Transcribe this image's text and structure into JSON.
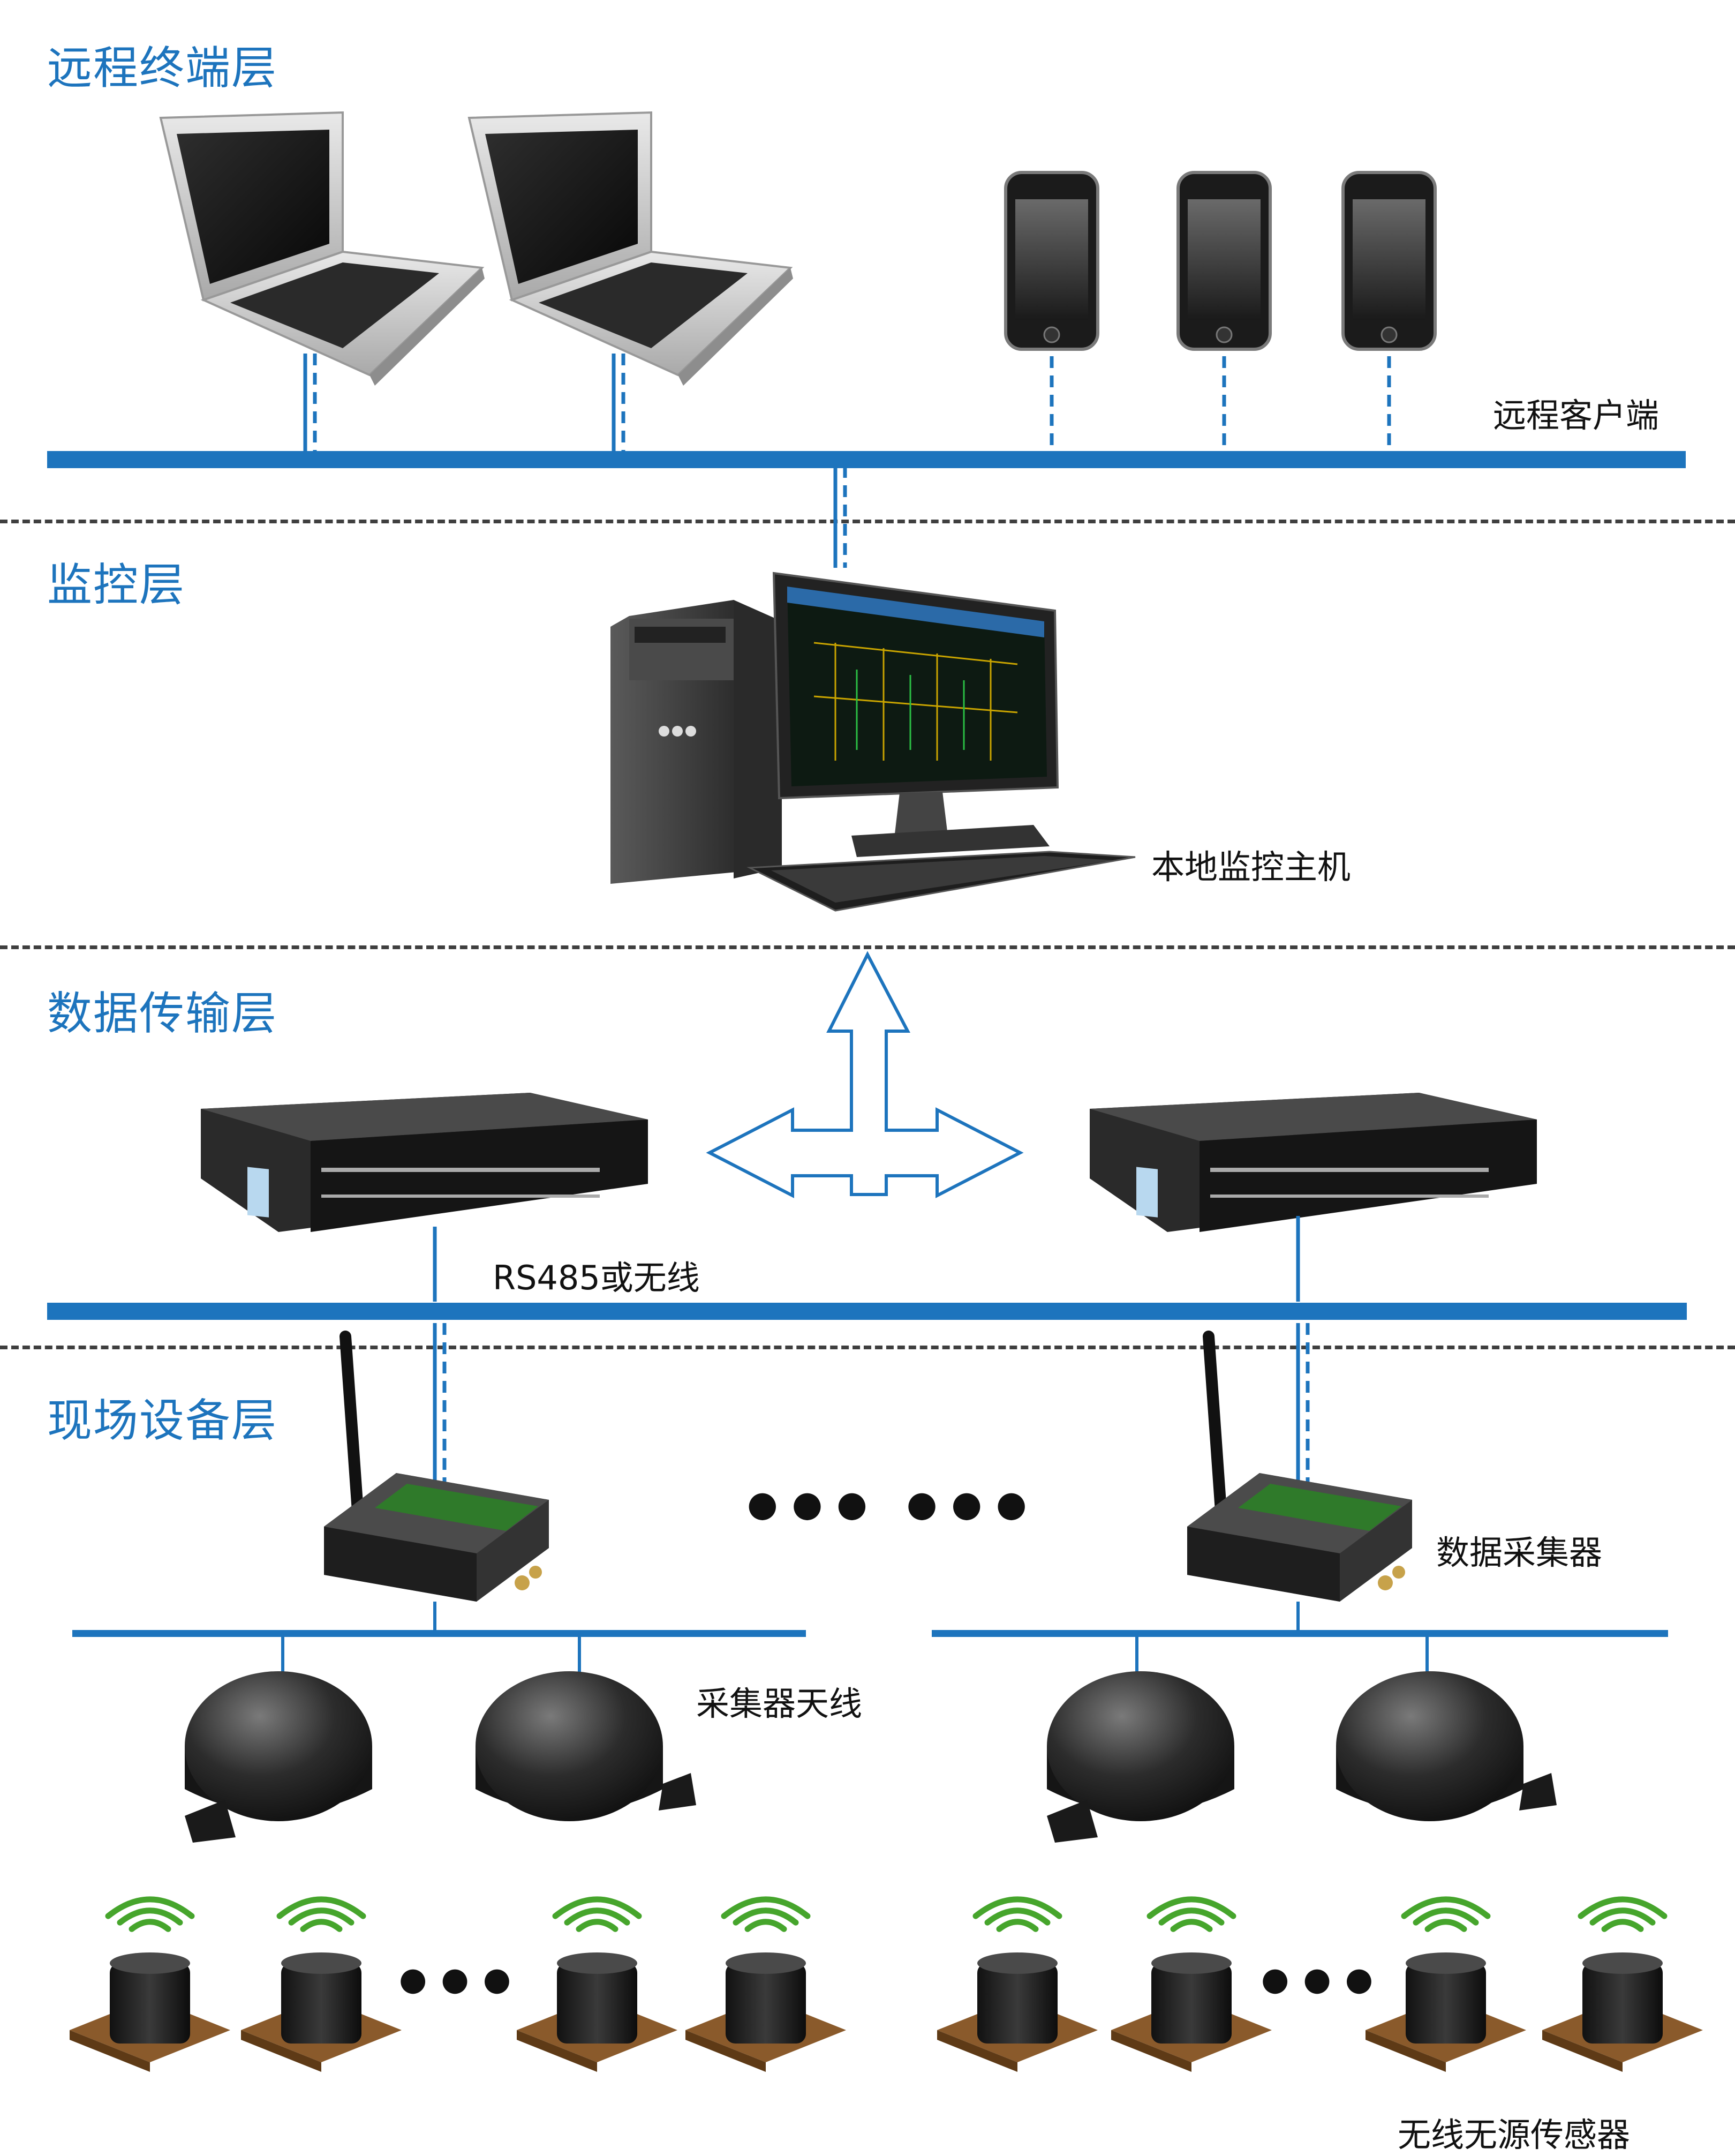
{
  "layers": {
    "remote": "远程终端层",
    "monitor": "监控层",
    "transmission": "数据传输层",
    "field": "现场设备层"
  },
  "labels": {
    "remote_client": "远程客户端",
    "local_host": "本地监控主机",
    "bus_label": "RS485或无线",
    "collector": "数据采集器",
    "antenna": "采集器天线",
    "sensor": "无线无源传感器"
  },
  "ellipsis": "●●● ●●●",
  "ellipsis_small": "●●●",
  "colors": {
    "accent": "#1d74bd",
    "signal": "#46a52c",
    "separator": "#3f3f3f"
  },
  "icons": [
    "laptop-icon",
    "smartphone-icon",
    "desktop-computer-icon",
    "rack-server-icon",
    "data-collector-icon",
    "antenna-disc-icon",
    "wireless-signal-icon",
    "sensor-icon"
  ]
}
